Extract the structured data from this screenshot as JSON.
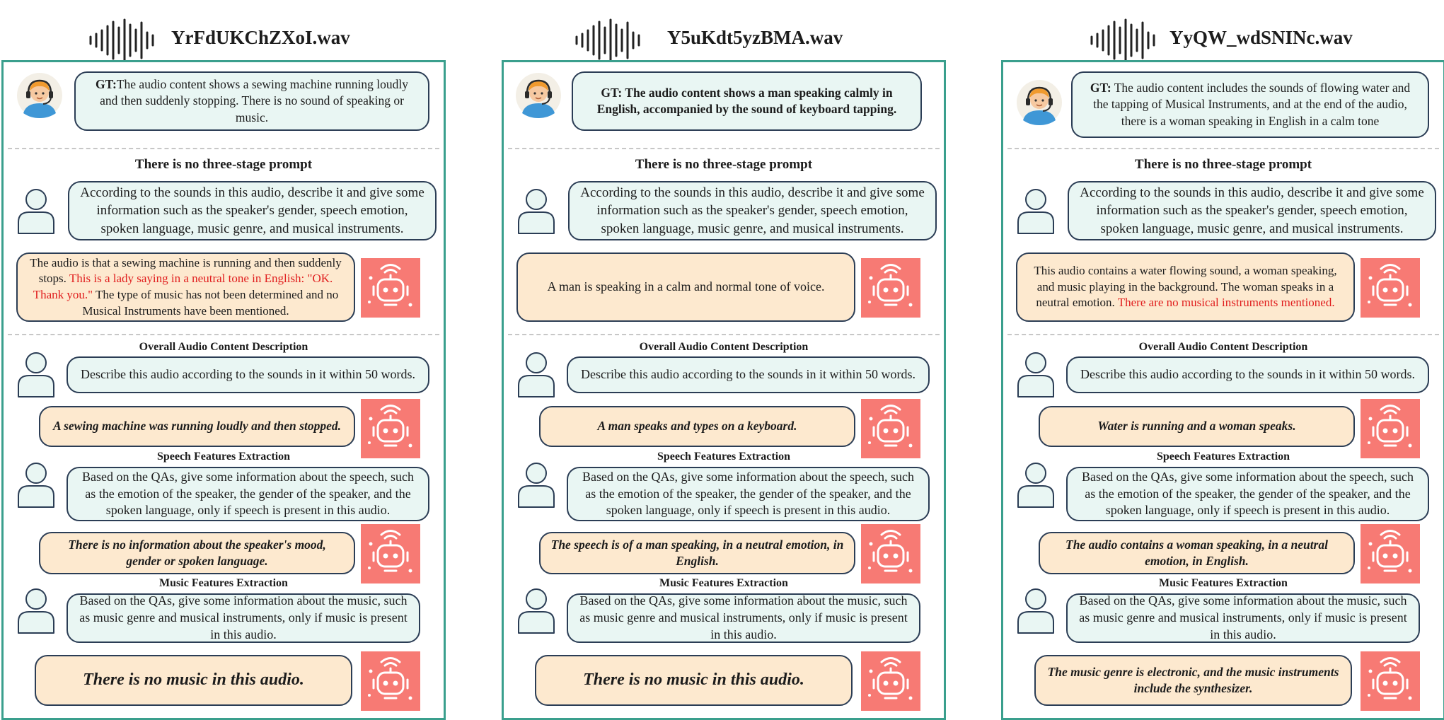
{
  "colors": {
    "frame": "#3a9f8d",
    "user_bubble": "#e9f6f3",
    "ai_bubble": "#fde9cf",
    "bubble_border": "#2b3d55",
    "robot_tile": "#f77a74",
    "highlight": "#e01d1d"
  },
  "icons": {
    "waveform": "waveform-icon",
    "gt": "headset-avatar-icon",
    "user": "user-icon",
    "bot": "robot-icon"
  },
  "section_titles": {
    "no_prompt": "There is no three-stage prompt",
    "overall": "Overall Audio Content Description",
    "speech": "Speech Features Extraction",
    "music": "Music Features Extraction"
  },
  "prompts": {
    "describe_full": "According to the sounds in this audio, describe it and give some information such as the speaker's gender, speech emotion, spoken language, music genre, and musical instruments.",
    "describe_50": "Describe this audio according to the sounds in it within 50 words.",
    "speech": "Based on the QAs, give some information about the speech, such as the emotion of the speaker, the gender of the speaker, and the spoken language, only if speech is present in this audio.",
    "music": "Based on the QAs, give some information about the music, such as music genre and musical instruments, only if music is present in this audio."
  },
  "columns": [
    {
      "file": "YrFdUKChZXoI.wav",
      "gt_label": "GT:",
      "gt_text": "The audio content shows a sewing machine running loudly and then suddenly stopping. There is no sound of speaking or music.",
      "no_prompt_answer": {
        "before": "The audio is that a sewing machine is running and then suddenly stops.",
        "red": "This is a lady saying in a neutral tone in English: \"OK. Thank you.\"",
        "after": "The type of music has not been determined and no Musical Instruments have been mentioned."
      },
      "overall_answer": "A sewing machine was running loudly and then stopped.",
      "speech_answer": "There is no information about the speaker's mood, gender or spoken language.",
      "music_answer": "There is no music in this audio."
    },
    {
      "file": "Y5uKdt5yzBMA.wav",
      "gt_label": "GT:",
      "gt_text": "The audio content shows a man speaking calmly in English, accompanied by the sound of keyboard tapping.",
      "no_prompt_answer": {
        "before": "A  man is speaking in a calm and normal tone of voice.",
        "red": "",
        "after": ""
      },
      "overall_answer": "A man speaks and types on a keyboard.",
      "speech_answer": "The speech is of a man speaking, in a neutral emotion, in English.",
      "music_answer": "There is no music in this audio."
    },
    {
      "file": "YyQW_wdSNINc.wav",
      "gt_label": "GT:",
      "gt_text": "The audio content includes the sounds of flowing water and the tapping of Musical Instruments, and at the end of the audio, there is a woman speaking in English in a calm tone",
      "no_prompt_answer": {
        "before": "This audio contains a water flowing sound, a woman speaking, and music playing in the background. The woman speaks in a neutral emotion.",
        "red": "There are no musical instruments mentioned.",
        "after": ""
      },
      "overall_answer": "Water is running and a woman speaks.",
      "speech_answer": "The audio contains a woman speaking, in a neutral emotion, in English.",
      "music_answer": "The music genre is electronic, and the music instruments include the synthesizer."
    }
  ]
}
